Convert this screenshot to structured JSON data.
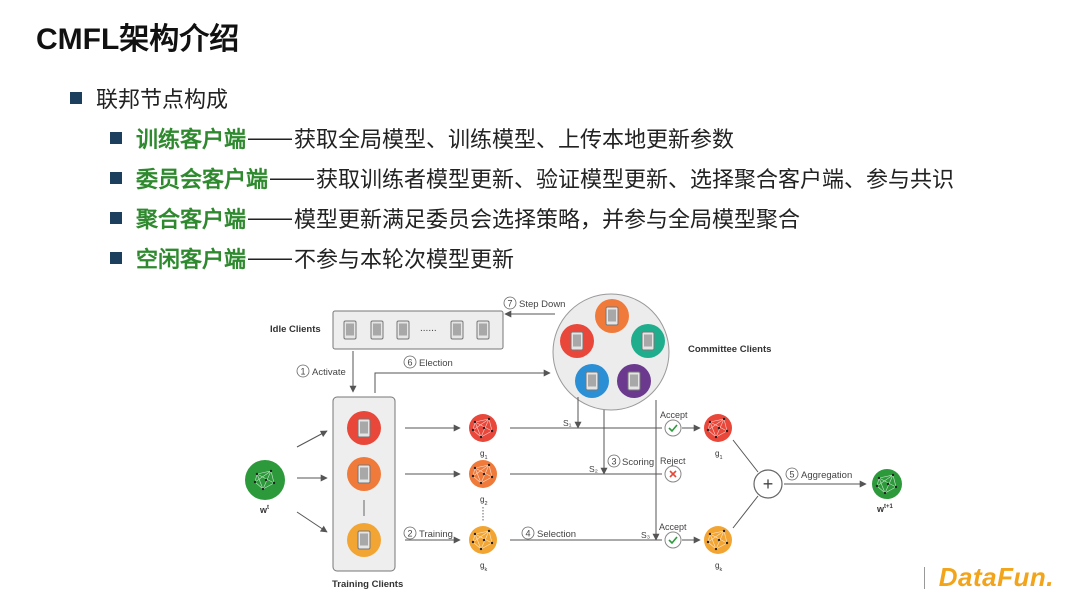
{
  "title": "CMFL架构介绍",
  "level1": {
    "text": "联邦节点构成"
  },
  "items": [
    {
      "label": "训练客户端",
      "sep": " —— ",
      "desc": "获取全局模型、训练模型、上传本地更新参数"
    },
    {
      "label": "委员会客户端",
      "sep": "—— ",
      "desc": "获取训练者模型更新、验证模型更新、选择聚合客户端、参与共识"
    },
    {
      "label": "聚合客户端",
      "sep": "——",
      "desc": "模型更新满足委员会选择策略，并参与全局模型聚合"
    },
    {
      "label": "空闲客户端",
      "sep": "——",
      "desc": "不参与本轮次模型更新"
    }
  ],
  "diagram": {
    "idle_label": "Idle Clients",
    "committee_label": "Committee Clients",
    "training_label": "Training Clients",
    "idle_dots": "......",
    "steps": {
      "step_down": "Step Down",
      "activate": "Activate",
      "election": "Election",
      "scoring": "Scoring",
      "training": "Training",
      "selection": "Selection",
      "aggregation": "Aggregation"
    },
    "step_nums": {
      "n1": "1",
      "n2": "2",
      "n3": "3",
      "n4": "4",
      "n5": "5",
      "n6": "6",
      "n7": "7"
    },
    "accept1": "Accept",
    "reject": "Reject",
    "accept2": "Accept",
    "s1": "S₁",
    "s2": "S₂",
    "s3": "S₃",
    "w_t": "w",
    "w_t_sup": "t",
    "w_next": "w",
    "w_next_sup": "t+1",
    "g1": "g",
    "g1_sub": "1",
    "g2": "g",
    "g2_sub": "2",
    "gk": "g",
    "gk_sub": "k",
    "g1_right": "g",
    "gk_right": "g",
    "plus": "+",
    "colors": {
      "red": "#e9473a",
      "orange": "#f07a3a",
      "amber": "#f3a534",
      "teal": "#1fae8d",
      "blue": "#2a8fd4",
      "purple": "#6b3a8e",
      "green": "#2c9a3a"
    }
  },
  "logo": {
    "text": "DataFun."
  }
}
